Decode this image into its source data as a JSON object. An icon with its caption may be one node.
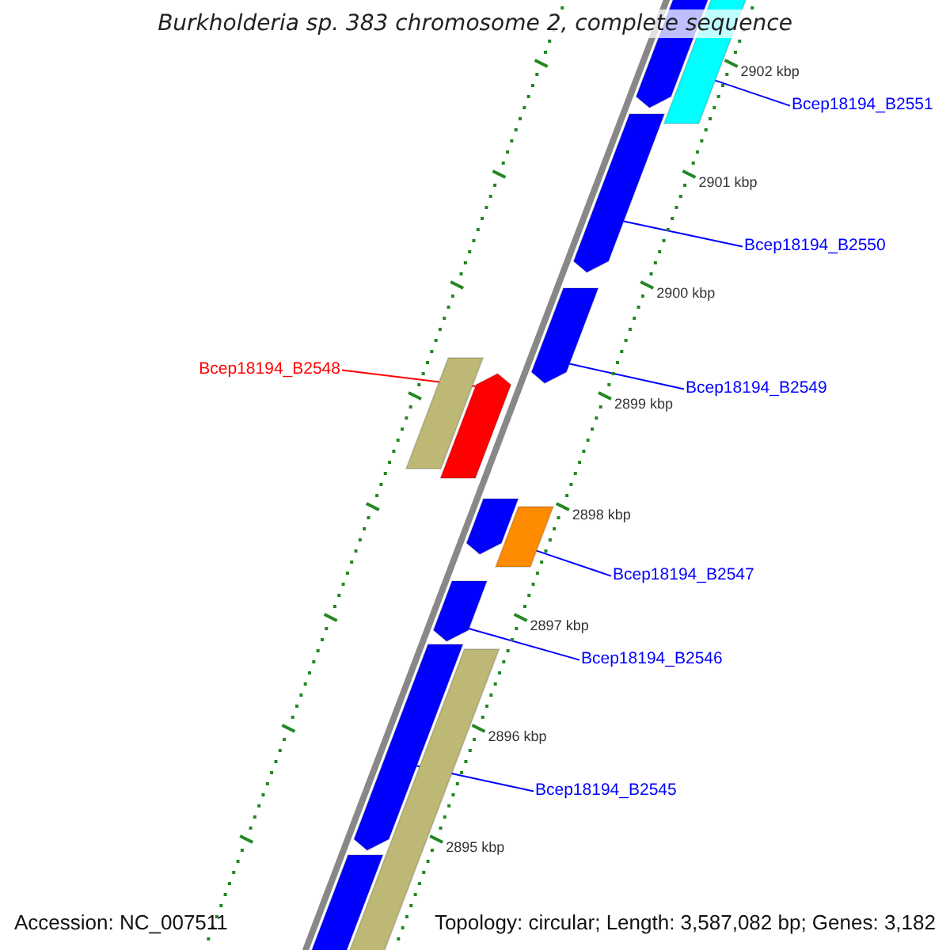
{
  "diagram": {
    "title": "Burkholderia sp. 383 chromosome 2, complete sequence",
    "nodes": [
      {
        "text": [
          "Bcep18194_B2551"
        ]
      },
      {
        "text": [
          "Bcep18194_B2550"
        ]
      },
      {
        "text": [
          "Bcep18194_B2549"
        ]
      },
      {
        "text": [
          "Bcep18194_B2548"
        ]
      },
      {
        "text": [
          "Bcep18194_B2547"
        ]
      },
      {
        "text": [
          "Bcep18194_B2546"
        ]
      },
      {
        "text": [
          "Bcep18194_B2545"
        ]
      },
      {
        "text": [],
        "shape": "bar"
      },
      {
        "text": [],
        "shape": "bar"
      },
      {
        "text": [],
        "shape": "bar"
      },
      {
        "text": [],
        "shape": "bar"
      },
      {
        "text": [],
        "shape": "bar"
      },
      {
        "text": [],
        "shape": "bar"
      },
      {
        "text": [],
        "shape": "bar"
      },
      {
        "text": [],
        "shape": "bar"
      },
      {
        "text": [],
        "shape": "bar"
      },
      {
        "text": [],
        "shape": "bar"
      },
      {
        "text": [],
        "shape": "bar"
      },
      {
        "text": [],
        "shape": "bar"
      }
    ],
    "edges": [
      {
        "from": 0,
        "to": 8,
        "arrow": "none"
      },
      {
        "from": 1,
        "to": 9,
        "arrow": "none"
      },
      {
        "from": 2,
        "to": 10,
        "arrow": "none"
      },
      {
        "from": 3,
        "to": 12,
        "arrow": "none",
        "color": "#ff0000"
      },
      {
        "from": 4,
        "to": 14,
        "arrow": "none"
      },
      {
        "from": 5,
        "to": 15,
        "arrow": "none"
      },
      {
        "from": 6,
        "to": 16,
        "arrow": "none"
      }
    ],
    "labels": [
      "2902 kbp",
      "2901 kbp",
      "2900 kbp",
      "2899 kbp",
      "2898 kbp",
      "2897 kbp",
      "2896 kbp",
      "2895 kbp",
      "Accession: NC_007511",
      "Topology: circular; Length: 3,587,082 bp; Genes: 3,182"
    ]
  }
}
